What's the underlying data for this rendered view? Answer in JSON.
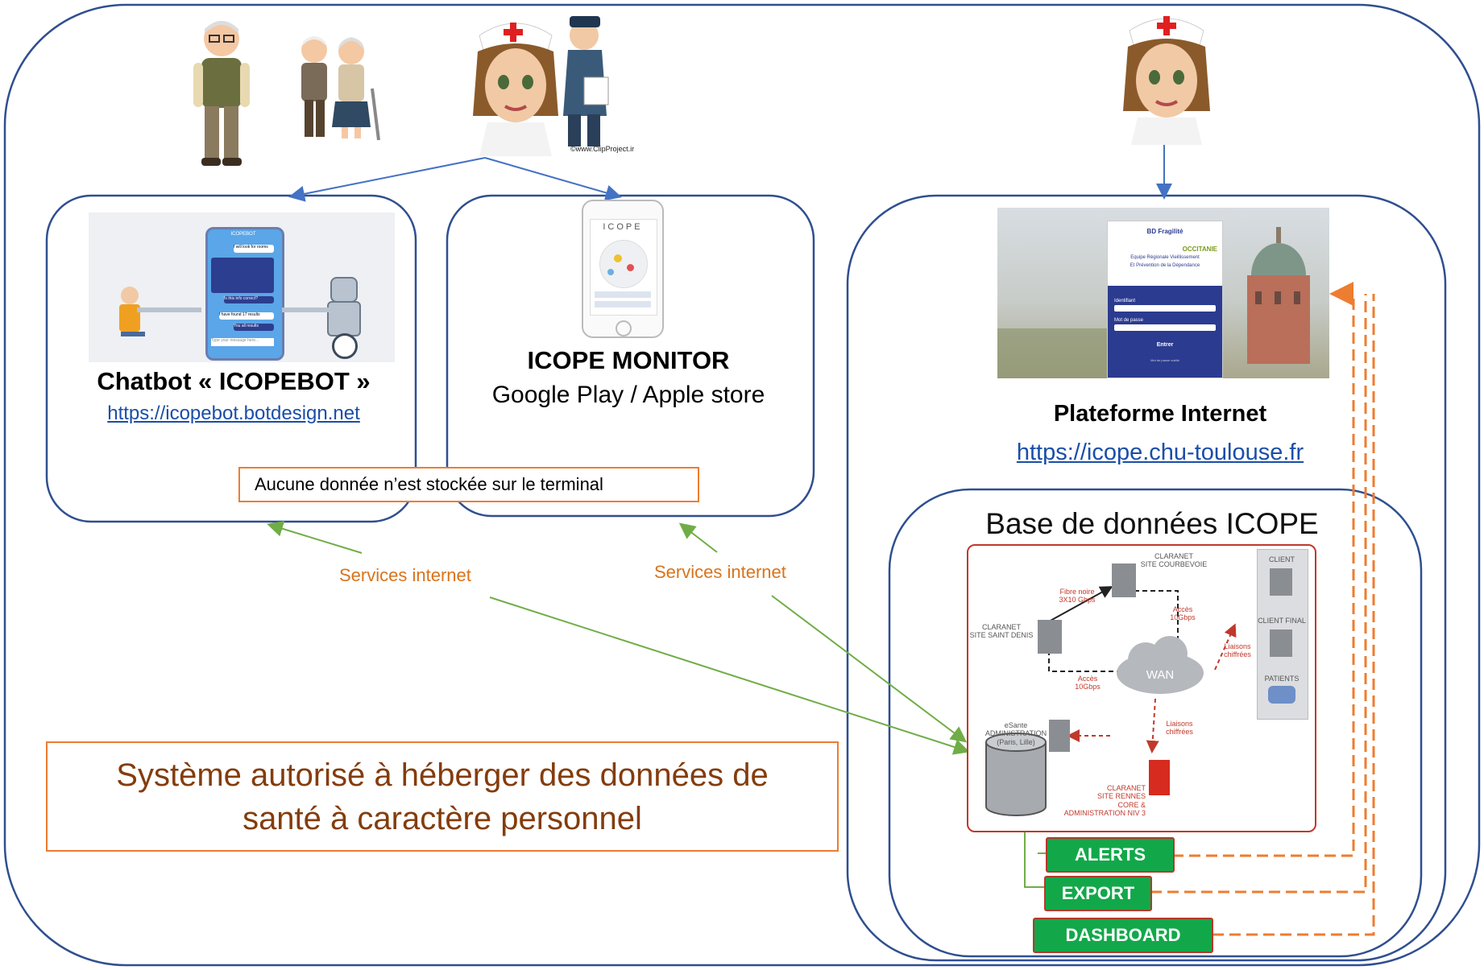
{
  "chatbot": {
    "title": "Chatbot  « ICOPEBOT »",
    "url": "https://icopebot.botdesign.net",
    "illustration": {
      "phone_header": "ICOPEBOT",
      "bubble_1": "I will look for rooms",
      "bubble_2": "Is this info correct?",
      "bubble_3": "I have found 17 results",
      "bubble_4": "You all results",
      "input_placeholder": "Type your message here..."
    }
  },
  "monitor": {
    "title": "ICOPE MONITOR",
    "subtitle": "Google Play / Apple store",
    "phone_logo": "ICOPE"
  },
  "no_data_note": "Aucune donnée n’est stockée sur le terminal",
  "services_label_1": "Services internet",
  "services_label_2": "Services internet",
  "clipart_credit": "©www.ClipProject.ir",
  "platform": {
    "title": "Plateforme Internet",
    "url": "https://icope.chu-toulouse.fr",
    "login": {
      "header": "BD Fragilité",
      "region": "OCCITANIE",
      "line1": "Equipe Régionale Vieillissement",
      "line2": "Et Prévention de la Dépendance",
      "field_id": "Identifiant",
      "field_pw": "Mot de passe",
      "button": "Entrer",
      "forgot": "Mot de passe oublié"
    }
  },
  "database": {
    "title": "Base de données ICOPE",
    "network": {
      "courbevoie": "CLARANET\nSITE COURBEVOIE",
      "saint_denis": "CLARANET\nSITE SAINT DENIS",
      "fibre": "Fibre noire\n3X10 Gbps",
      "acces_1": "Accès\n10Gbps",
      "acces_2": "Accès\n10Gbps",
      "wan": "WAN",
      "liaisons_1": "Liaisons\nchiffrées",
      "liaisons_2": "Liaisons\nchiffrées",
      "client": "CLIENT",
      "client_final": "CLIENT FINAL",
      "patients": "PATIENTS",
      "esante": "eSante\nADMINISTRATION\n(Paris, Lille)",
      "rennes": "CLARANET\nSITE RENNES\nCORE &\nADMINISTRATION NIV 3"
    }
  },
  "outputs": {
    "alerts": "ALERTS",
    "export": "EXPORT",
    "dashboard": "DASHBOARD"
  },
  "hds_statement": "Système autorisé à héberger des données de santé à caractère personnel",
  "colors": {
    "frame": "#2f4f8f",
    "arrow_blue": "#4472c4",
    "arrow_green": "#70ad47",
    "orange": "#ed7d31",
    "hds_text": "#843c0c",
    "tag_green": "#12a84a",
    "db_border": "#c0392b"
  },
  "icons": [
    "grandfather-figure",
    "elderly-couple-figure",
    "nurse-figure",
    "mail-carrier-figure",
    "nurse-figure",
    "database-cylinder-icon",
    "wan-cloud-icon",
    "building-icon"
  ]
}
